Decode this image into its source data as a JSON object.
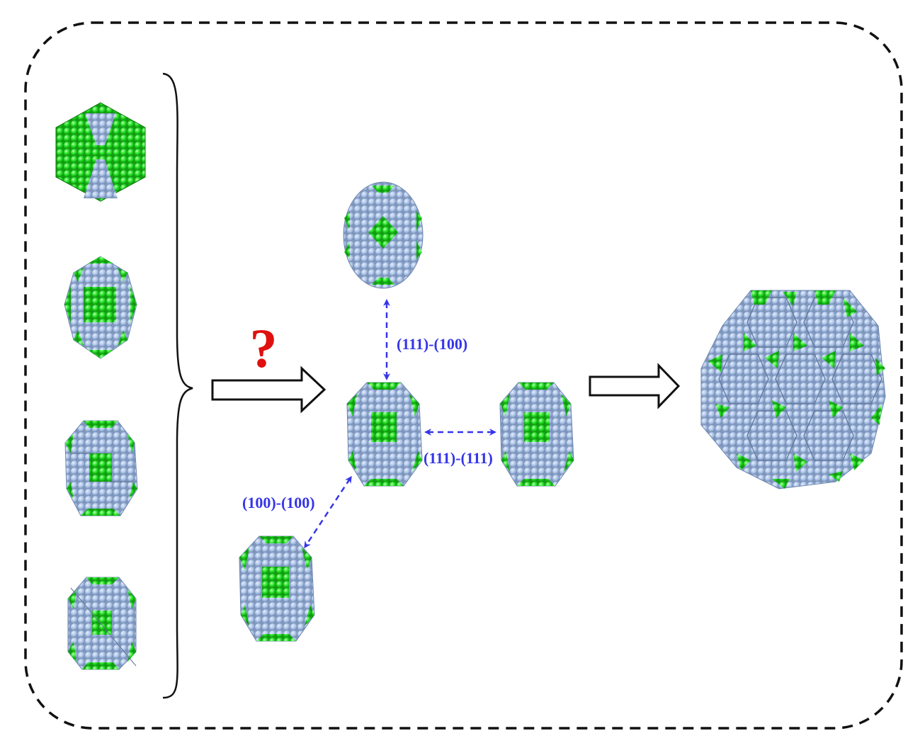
{
  "labels": {
    "question_mark": "?",
    "interface_111_100": "(111)-(100)",
    "interface_111_111": "(111)-(111)",
    "interface_100_100": "(100)-(100)"
  },
  "colors": {
    "blue_atom": "#a9c1e6",
    "green_atom": "#22dd22",
    "arrow_blue": "#3535e8",
    "question_red": "#e01010",
    "frame": "#111111"
  }
}
